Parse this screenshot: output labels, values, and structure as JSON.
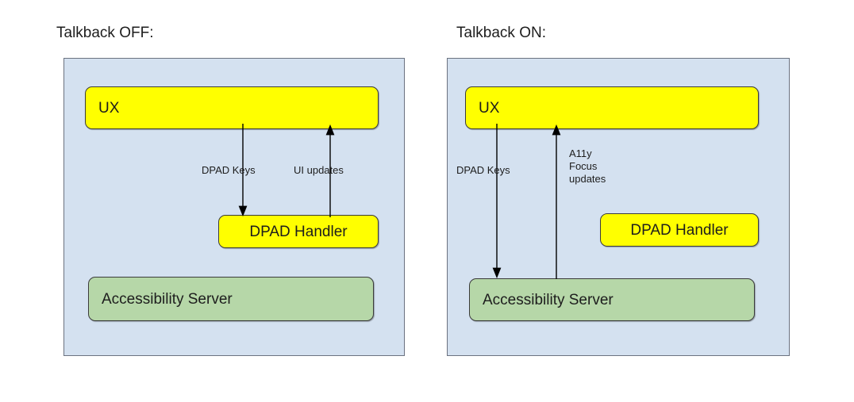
{
  "diagram": {
    "title_off": "Talkback OFF:",
    "title_on": "Talkback ON:",
    "colors": {
      "panel_bg": "#d4e1f0",
      "panel_border": "#6b7280",
      "node_yellow": "#ffff00",
      "node_green": "#b6d7a8",
      "node_border": "#3b3b3b",
      "arrow": "#000000",
      "text": "#1d1d1d",
      "page_bg": "#ffffff"
    }
  },
  "panels": [
    {
      "id": "talkback-off",
      "title": "Talkback OFF:",
      "nodes": [
        {
          "id": "ux",
          "label": "UX",
          "color": "yellow",
          "align": "left"
        },
        {
          "id": "dpad-handler",
          "label": "DPAD Handler",
          "color": "yellow",
          "align": "center"
        },
        {
          "id": "accessibility-server",
          "label": "Accessibility Server",
          "color": "green",
          "align": "left"
        }
      ],
      "edges": [
        {
          "id": "ux-to-dpad-handler",
          "label": "DPAD Keys",
          "from": "ux",
          "to": "dpad-handler",
          "direction": "down"
        },
        {
          "id": "dpad-handler-to-ux",
          "label": "UI updates",
          "from": "dpad-handler",
          "to": "ux",
          "direction": "up"
        }
      ]
    },
    {
      "id": "talkback-on",
      "title": "Talkback ON:",
      "nodes": [
        {
          "id": "ux",
          "label": "UX",
          "color": "yellow",
          "align": "left"
        },
        {
          "id": "dpad-handler",
          "label": "DPAD Handler",
          "color": "yellow",
          "align": "center"
        },
        {
          "id": "accessibility-server",
          "label": "Accessibility Server",
          "color": "green",
          "align": "left"
        }
      ],
      "edges": [
        {
          "id": "ux-to-accessibility-server",
          "label": "DPAD Keys",
          "from": "ux",
          "to": "accessibility-server",
          "direction": "down"
        },
        {
          "id": "accessibility-server-to-ux",
          "label": "A11y\nFocus\nupdates",
          "from": "accessibility-server",
          "to": "ux",
          "direction": "up"
        }
      ]
    }
  ]
}
